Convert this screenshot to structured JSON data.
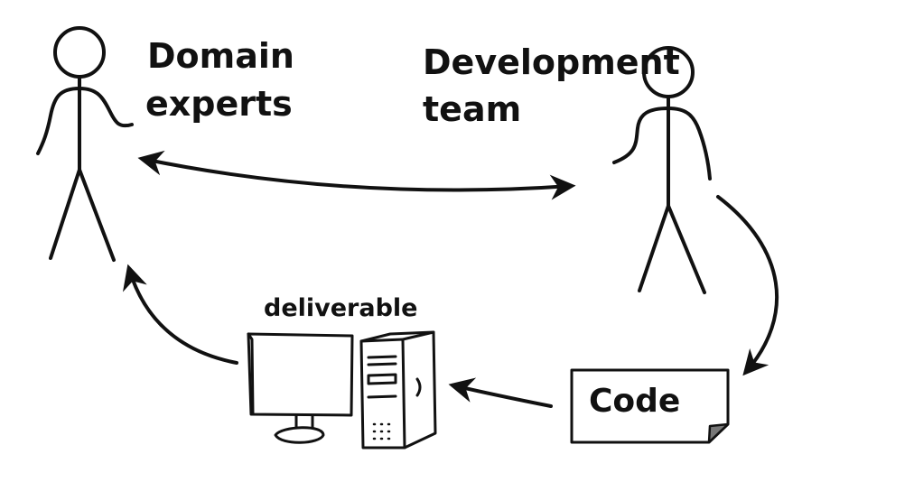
{
  "labels": {
    "domain_experts_line1": "Domain",
    "domain_experts_line2": "experts",
    "dev_team_line1": "Development",
    "dev_team_line2": "team",
    "deliverable": "deliverable",
    "code": "Code"
  },
  "colors": {
    "ink": "#111111",
    "background": "#ffffff",
    "page_fold": "#777777"
  }
}
